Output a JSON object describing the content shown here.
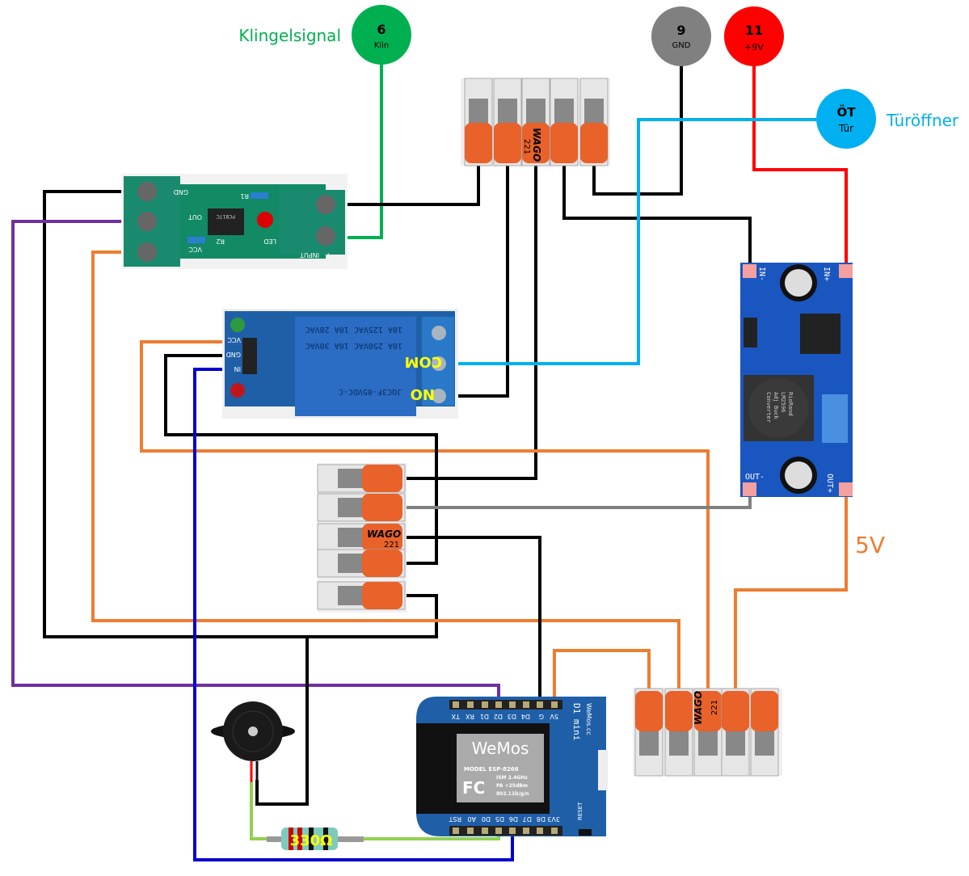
{
  "terminals": [
    {
      "number": "6",
      "sub": "Klin",
      "label": "Klingelsignal",
      "color": "#00b050"
    },
    {
      "number": "9",
      "sub": "GND",
      "color": "#808080"
    },
    {
      "number": "11",
      "sub": "+9V",
      "color": "#ff0000"
    },
    {
      "number": "ÖT",
      "sub": "Tür",
      "label": "Türöffner",
      "color": "#00b0f0"
    }
  ],
  "optocoupler": {
    "pins_left": [
      "GND",
      "OUT",
      "VCC"
    ],
    "parts": [
      "R1",
      "R2",
      "LED"
    ],
    "chip": "PC817C",
    "input_label": "INPUT",
    "plus": "+"
  },
  "relay": {
    "pins": [
      "VCC",
      "GND",
      "IN"
    ],
    "rating1": "10A 125VAC 10A 28VAC",
    "rating2": "10A 250VAC 10A 30VAC",
    "model": "JQC3F-05VDC-C",
    "com_label": "COM",
    "no_label": "NO"
  },
  "wago": {
    "brand": "WAGO",
    "model": "221"
  },
  "buck": {
    "in_minus": "IN-",
    "in_plus": "IN+",
    "out_minus": "OUT-",
    "out_plus": "OUT+",
    "coil": [
      "RioRand",
      "LM2596",
      "Adj Buck",
      "Converter"
    ]
  },
  "supply_label": "5V",
  "wemos": {
    "top_pins": [
      "TX",
      "RX",
      "D1",
      "D2",
      "D3",
      "D4",
      "G",
      "5V"
    ],
    "bottom_pins": [
      "RST",
      "A0",
      "D0",
      "D5",
      "D6",
      "D7",
      "D8",
      "3V3"
    ],
    "brand": "WeMos",
    "model_line": "MODEL  ESP-8266",
    "spec": [
      "ISM 2.4GHz",
      "PA +25dBm",
      "802.11b/g/n"
    ],
    "fcc": "FC",
    "board": "D1 mini",
    "site": "WeMos.cc",
    "reset": "RESET"
  },
  "resistor": {
    "label": "330Ω"
  },
  "wire_colors": {
    "black": "#000000",
    "green": "#00b050",
    "purple": "#7030a0",
    "orange": "#ed7d31",
    "blue": "#0000cc",
    "lightblue": "#00b0f0",
    "red": "#ff0000",
    "gray": "#808080",
    "lightgreen": "#92d050"
  }
}
